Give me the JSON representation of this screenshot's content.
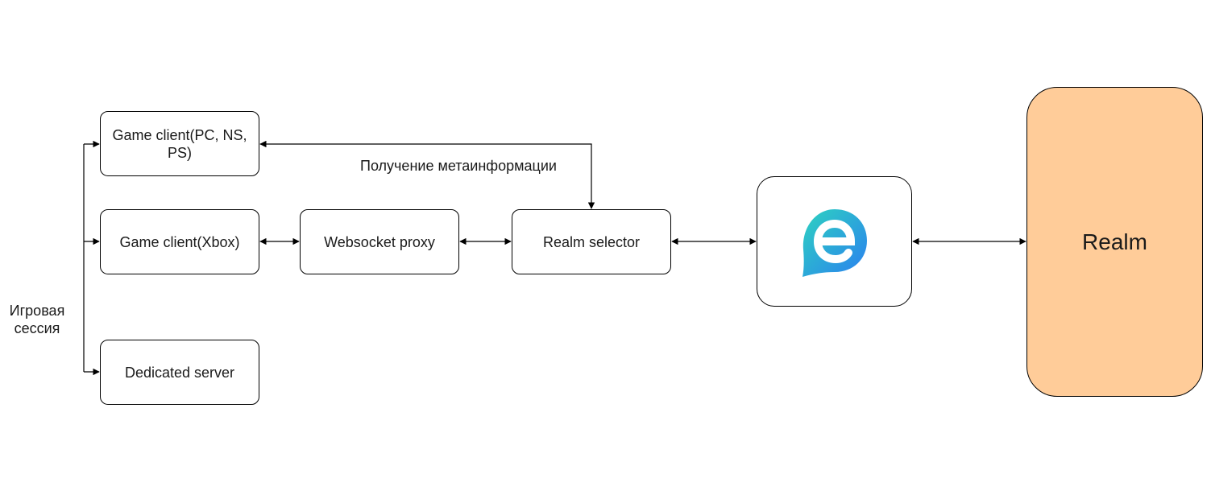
{
  "nodes": {
    "game_client_pc": "Game client(PC, NS, PS)",
    "game_client_xbox": "Game client(Xbox)",
    "dedicated_server": "Dedicated server",
    "websocket_proxy": "Websocket proxy",
    "realm_selector": "Realm selector",
    "realm": "Realm",
    "logo_icon": "e-speech-bubble-logo"
  },
  "labels": {
    "metainfo": "Получение метаинформации",
    "game_session": "Игровая сессия"
  },
  "colors": {
    "realm_fill": "#FFCC99",
    "logo_gradient_start": "#2ED3C0",
    "logo_gradient_end": "#2A7FF0",
    "stroke": "#000000"
  }
}
